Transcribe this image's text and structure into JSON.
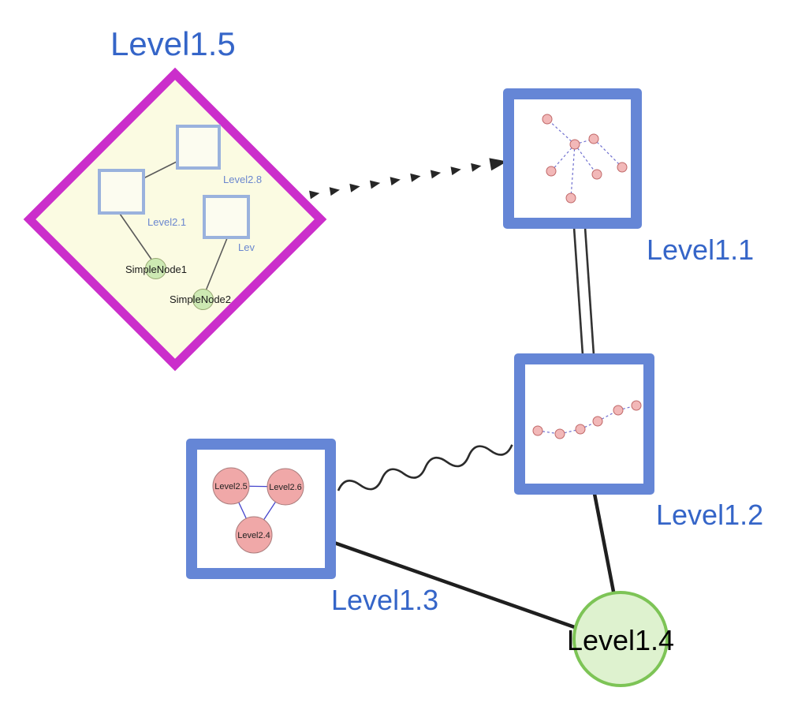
{
  "colors": {
    "label_blue": "#3565c8",
    "box_border_blue": "#6586d6",
    "diamond_border_magenta": "#cb2ecb",
    "diamond_fill_yellow": "#fbfbe2",
    "green_fill": "#def2cf",
    "green_border": "#7dc456",
    "pink_fill": "#f2abab",
    "pink_border": "#b06e6e",
    "edge_dark": "#222222",
    "mini_edge_blue": "#7070cf"
  },
  "nodes": {
    "level15": {
      "label": "Level1.5",
      "shape": "diamond",
      "type": "group"
    },
    "level11": {
      "label": "Level1.1",
      "shape": "square",
      "type": "group"
    },
    "level12": {
      "label": "Level1.2",
      "shape": "square",
      "type": "group"
    },
    "level13": {
      "label": "Level1.3",
      "shape": "square",
      "type": "group"
    },
    "level14": {
      "label": "Level1.4",
      "shape": "circle",
      "type": "simple"
    }
  },
  "level15_group": {
    "squares": [
      {
        "label": "Level2.8"
      },
      {
        "label": "Level2.1"
      },
      {
        "label": "Lev"
      }
    ],
    "simple_nodes": [
      {
        "label": "SimpleNode1"
      },
      {
        "label": "SimpleNode2"
      }
    ]
  },
  "level13_group": {
    "children": [
      {
        "label": "Level2.5"
      },
      {
        "label": "Level2.6"
      },
      {
        "label": "Level2.4"
      }
    ]
  },
  "minigraphs": {
    "level11": {
      "node_count": 7,
      "edge_style": "dashed-blue",
      "layout": "star"
    },
    "level12": {
      "node_count": 6,
      "edge_style": "dashed-blue",
      "layout": "chain"
    }
  },
  "edges": [
    {
      "from": "Level1.5",
      "to": "Level1.1",
      "style": "thick-dashed-arrow"
    },
    {
      "from": "Level1.1",
      "to": "Level1.2",
      "style": "double-parallel-line"
    },
    {
      "from": "Level1.3",
      "to": "Level1.2",
      "style": "wavy-line"
    },
    {
      "from": "Level1.3",
      "to": "Level1.4",
      "style": "thick-solid-line"
    },
    {
      "from": "Level1.2",
      "to": "Level1.4",
      "style": "thick-solid-line"
    }
  ]
}
